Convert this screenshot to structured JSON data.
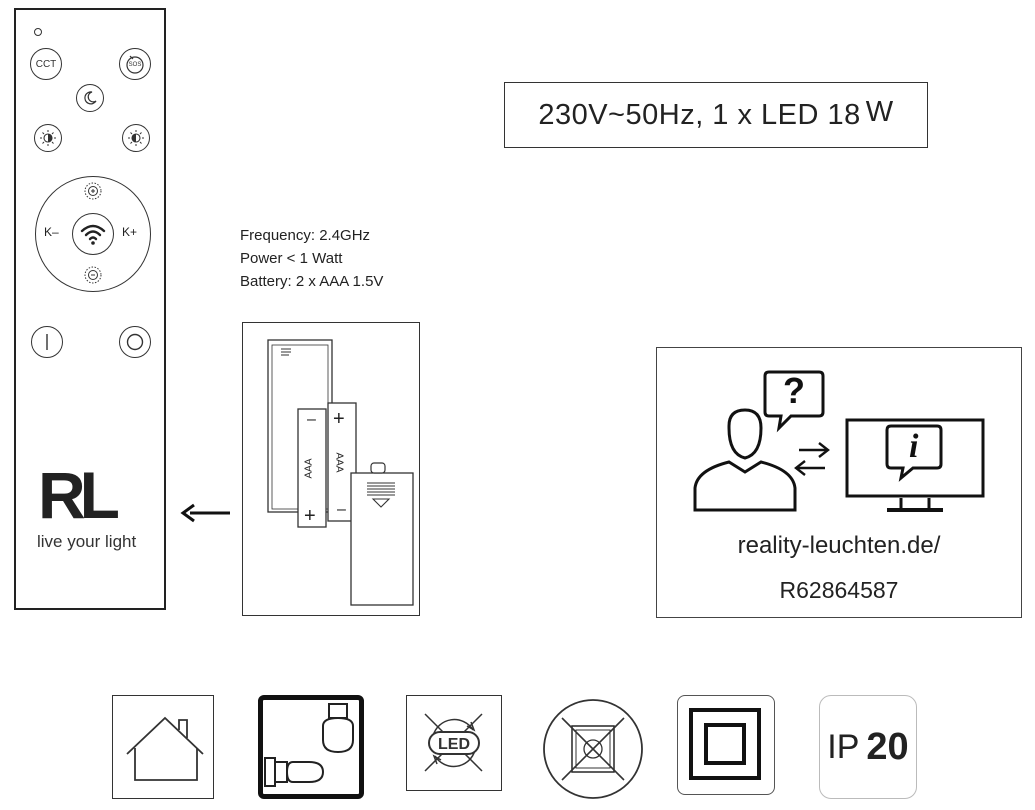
{
  "remote": {
    "buttons": {
      "cct": "CCT",
      "sos": "SOS",
      "k_minus": "K–",
      "k_plus": "K+"
    },
    "logo": "RL",
    "tagline": "live your light",
    "icons": [
      "night-mode-icon",
      "brightness-down-icon",
      "brightness-up-icon",
      "wifi-icon",
      "power-on-icon",
      "power-off-icon"
    ]
  },
  "spec": {
    "rating": "230V~50Hz, 1 x LED 18",
    "unit": "W"
  },
  "frequency_info": {
    "frequency": "Frequency: 2.4GHz",
    "power": "Power < 1 Watt",
    "battery": "Battery: 2 x AAA 1.5V"
  },
  "battery_diagram": {
    "plus": "+",
    "minus": "–",
    "cell_label": "AAA"
  },
  "info": {
    "url": "reality-leuchten.de/",
    "code": "R62864587",
    "question_mark": "?",
    "info_mark": "i"
  },
  "symbols": {
    "icons": [
      "indoor-use-icon",
      "bulbs-icon",
      "led-not-replaceable-icon",
      "no-dimmer-icon",
      "protection-class-2-icon",
      "ip-rating-icon"
    ],
    "ip_prefix": "IP",
    "ip_value": "20"
  }
}
